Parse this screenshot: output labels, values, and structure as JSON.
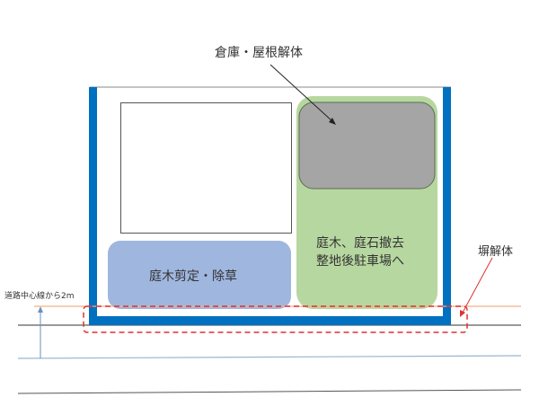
{
  "labels": {
    "warehouse_roof": "倉庫・屋根解体",
    "garden_trees_line1": "庭木、庭石撤去",
    "garden_trees_line2": "整地後駐車場へ",
    "pruning_weeding": "庭木剪定・除草",
    "fence_demolition": "塀解体",
    "road_setback": "道路中心線から2m"
  },
  "colors": {
    "frame_blue": "#0070c0",
    "green_zone": "#b7d7a0",
    "gray_zone": "#a5a5a5",
    "blue_zone": "#9fb6df",
    "setback_line": "#f4b183",
    "dashed_red": "#e03030"
  }
}
